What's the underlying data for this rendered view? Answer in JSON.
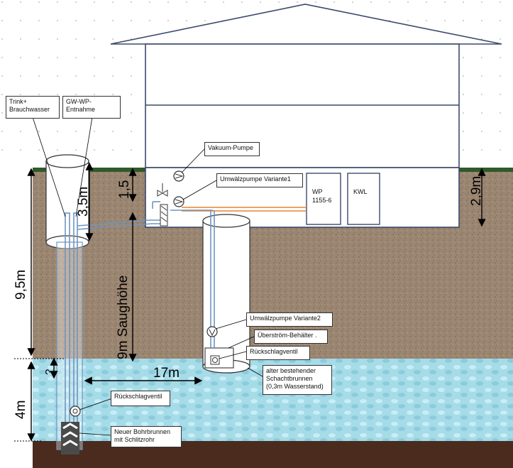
{
  "labels": {
    "trink": "Trink+\nBrauchwasser",
    "gw_entnahme": "GW-WP-\nEntnahme",
    "vakuum_pumpe": "Vakuum-Pumpe",
    "umwaelz_v1": "Umwälzpumpe  Variante1",
    "umwaelz_v2": "Umwälzpumpe  Variante2",
    "ueberstroem": "Überström-Behälter .",
    "rueckschlag_shaft": "Rückschlagventil",
    "rueckschlag_bore": "Rückschlagventil",
    "schachtbrunnen": "alter bestehender\nSchachtbrunnen\n(0,3m Wasserstand)",
    "bohrbrunnen": "Neuer Bohrbrunnen\nmit Schlitzrohr"
  },
  "boxes": {
    "wp": "WP\n1155-6",
    "kwl": "KWL"
  },
  "dimensions": {
    "d_3_5": "3,5m",
    "d_1_5": "1,5",
    "d_2_9": "2,9m",
    "d_9_5": "9,5m",
    "d_saug": "9m Saughöhe",
    "d_17": "17m",
    "d_q": "?",
    "d_4": "4m"
  },
  "colors": {
    "soil": "#9b8672",
    "water": "#a6dbe8",
    "bedrock": "#4a2b1e",
    "grass": "#2f5a2a",
    "pipe": "#6f95bf",
    "heat_pipe": "#e8842f",
    "house_line": "#3b4a6b"
  }
}
